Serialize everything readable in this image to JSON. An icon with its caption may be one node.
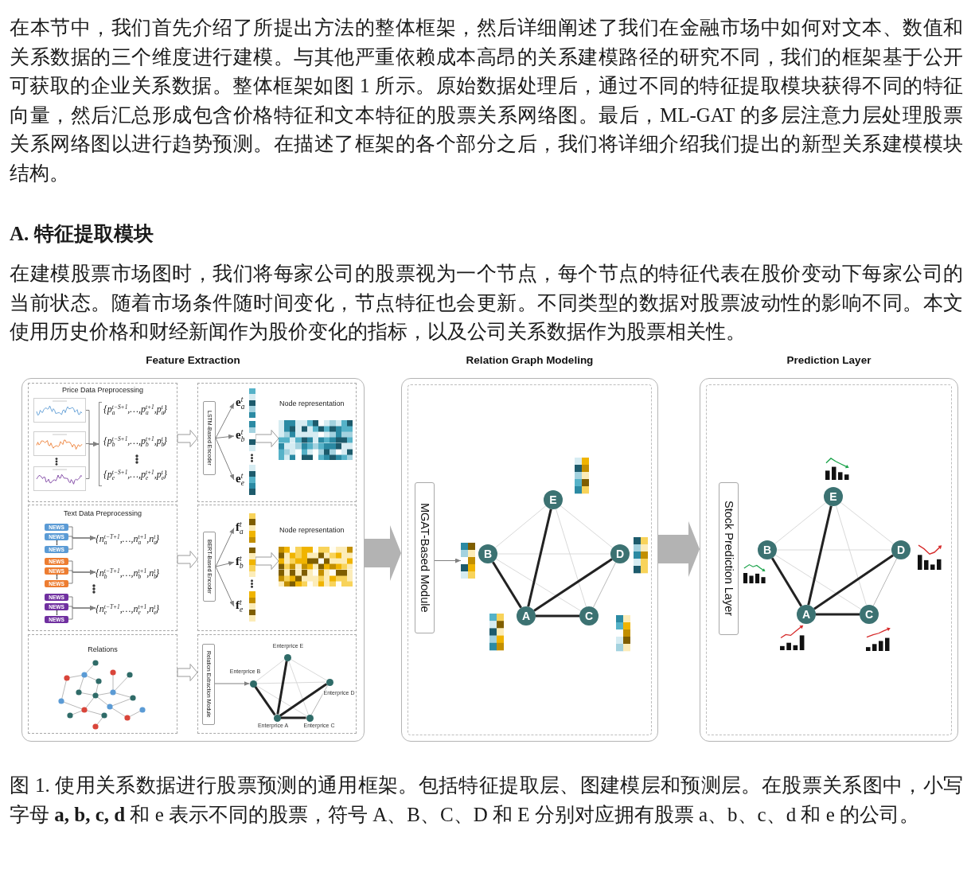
{
  "diagram": {
    "caption": "图 1. 使用关系数据进行股票预测的通用框架。包括特征提取层、图建模层和预测层。在股票关系图中，小写字母 **a, b, c, d** 和 e 表示不同的股票，符号 A、B、C、D 和 E 分别对应拥有股票 a、b、c、d 和 e 的公司。",
    "nodes": [
      {
        "text": [
          "Feature Extraction"
        ]
      },
      {
        "text": [
          "Price Data Preprocessing"
        ],
        "in": 0
      },
      {
        "text": [],
        "shape": "picture",
        "in": 1
      },
      {
        "text": [],
        "shape": "picture",
        "in": 1
      },
      {
        "text": [],
        "shape": "picture",
        "in": 1
      },
      {
        "text": [
          "{p$_{a}$$^{t−S+1}$,…,p$_{a}$$^{t+1}$,p$_{a}$$^{t}$}",
          "{p$_{b}$$^{t−S+1}$,…,p$_{b}$$^{t+1}$,p$_{b}$$^{t}$}",
          "{p$_{e}$$^{t−S+1}$,…,p$_{e}$$^{t+1}$,p$_{e}$$^{t}$}"
        ],
        "in": 1
      },
      {
        "text": [],
        "shape": "box",
        "in": 0
      },
      {
        "text": [
          "LSTM-Based Encoder"
        ],
        "in": 6
      },
      {
        "text": [
          "e$_{a}$$^{t}$"
        ],
        "in": 6
      },
      {
        "text": [
          "e$_{b}$$^{t}$"
        ],
        "in": 6
      },
      {
        "text": [
          "e$_{e}$$^{t}$"
        ],
        "in": 6
      },
      {
        "text": [
          "Node representation"
        ],
        "in": 6
      },
      {
        "text": [
          "Text Data Preprocessing"
        ],
        "in": 0
      },
      {
        "text": [
          "NEWS"
        ],
        "in": 12
      },
      {
        "text": [
          "NEWS"
        ],
        "in": 12
      },
      {
        "text": [
          "NEWS"
        ],
        "in": 12
      },
      {
        "text": [
          "NEWS"
        ],
        "in": 12
      },
      {
        "text": [
          "NEWS"
        ],
        "in": 12
      },
      {
        "text": [
          "NEWS"
        ],
        "in": 12
      },
      {
        "text": [
          "NEWS"
        ],
        "in": 12
      },
      {
        "text": [
          "NEWS"
        ],
        "in": 12
      },
      {
        "text": [
          "NEWS"
        ],
        "in": 12
      },
      {
        "text": [
          "{n$_{a}$$^{t−T+1}$,…,n$_{a}$$^{t+1}$,n$_{a}$$^{t}$}"
        ],
        "in": 12
      },
      {
        "text": [
          "{n$_{b}$$^{t−T+1}$,…,n$_{b}$$^{t+1}$,n$_{b}$$^{t}$}"
        ],
        "in": 12
      },
      {
        "text": [
          "{n$_{e}$$^{t−T+1}$,…,n$_{e}$$^{t+1}$,n$_{e}$$^{t}$}"
        ],
        "in": 12
      },
      {
        "text": [],
        "shape": "box",
        "in": 0
      },
      {
        "text": [
          "BERT-Based Encoder"
        ],
        "in": 25
      },
      {
        "text": [
          "f$_{a}$$^{t}$"
        ],
        "in": 25
      },
      {
        "text": [
          "f$_{b}$$^{t}$"
        ],
        "in": 25
      },
      {
        "text": [
          "f$_{e}$$^{t}$"
        ],
        "in": 25
      },
      {
        "text": [
          "Node representation"
        ],
        "in": 25
      },
      {
        "text": [
          "Relations"
        ],
        "in": 0
      },
      {
        "text": [],
        "shape": "box",
        "in": 0
      },
      {
        "text": [
          "Relation Extraction Module"
        ],
        "in": 32
      },
      {
        "text": [
          "Enterprice E"
        ],
        "in": 32
      },
      {
        "text": [
          "Enterprice B"
        ],
        "in": 32
      },
      {
        "text": [
          "Enterprice D"
        ],
        "in": 32
      },
      {
        "text": [
          "Enterprice A"
        ],
        "in": 32
      },
      {
        "text": [
          "Enterprice C"
        ],
        "in": 32
      },
      {
        "text": [
          "Relation Graph Modeling"
        ]
      },
      {
        "text": [
          "MGAT-Based Module"
        ],
        "in": 39
      },
      {
        "text": [],
        "shape": "grid",
        "in": 39
      },
      {
        "text": [
          "B"
        ],
        "in": 39
      },
      {
        "text": [
          "E"
        ],
        "in": 39
      },
      {
        "text": [
          "D"
        ],
        "in": 39
      },
      {
        "text": [
          "A"
        ],
        "in": 39
      },
      {
        "text": [
          "C"
        ],
        "in": 39
      },
      {
        "text": [
          "Prediction Layer"
        ]
      },
      {
        "text": [
          "Stock Prediction Layer"
        ],
        "in": 47
      },
      {
        "text": [
          "E"
        ],
        "in": 47
      },
      {
        "text": [
          "B"
        ],
        "in": 47
      },
      {
        "text": [
          "D"
        ],
        "in": 47
      },
      {
        "text": [
          "A"
        ],
        "in": 47
      },
      {
        "text": [
          "C"
        ],
        "in": 47
      }
    ],
    "edges": [
      {
        "from": 2,
        "to": 5,
        "arrow": "to"
      },
      {
        "from": 3,
        "to": 5,
        "arrow": "to"
      },
      {
        "from": 4,
        "to": 5,
        "arrow": "to"
      },
      {
        "from": 1,
        "to": 6,
        "arrow": "to",
        "style": "thick"
      },
      {
        "from": 7,
        "to": 8,
        "arrow": "to"
      },
      {
        "from": 7,
        "to": 9,
        "arrow": "to"
      },
      {
        "from": 7,
        "to": 10,
        "arrow": "to"
      },
      {
        "from": 9,
        "to": 11,
        "arrow": "to",
        "style": "thick"
      },
      {
        "from": 13,
        "to": 22,
        "arrow": "to"
      },
      {
        "from": 14,
        "to": 22,
        "arrow": "to"
      },
      {
        "from": 15,
        "to": 22,
        "arrow": "to"
      },
      {
        "from": 16,
        "to": 23,
        "arrow": "to"
      },
      {
        "from": 17,
        "to": 23,
        "arrow": "to"
      },
      {
        "from": 18,
        "to": 23,
        "arrow": "to"
      },
      {
        "from": 19,
        "to": 24,
        "arrow": "to"
      },
      {
        "from": 20,
        "to": 24,
        "arrow": "to"
      },
      {
        "from": 21,
        "to": 24,
        "arrow": "to"
      },
      {
        "from": 12,
        "to": 25,
        "arrow": "to",
        "style": "thick"
      },
      {
        "from": 26,
        "to": 27,
        "arrow": "to"
      },
      {
        "from": 26,
        "to": 28,
        "arrow": "to"
      },
      {
        "from": 26,
        "to": 29,
        "arrow": "to"
      },
      {
        "from": 28,
        "to": 30,
        "arrow": "to",
        "style": "thick"
      },
      {
        "from": 31,
        "to": 32,
        "arrow": "to",
        "style": "thick"
      },
      {
        "from": 33,
        "to": 35,
        "arrow": "to"
      },
      {
        "from": 34,
        "to": 35,
        "arrow": "none",
        "color": "#d9d9d9"
      },
      {
        "from": 34,
        "to": 36,
        "arrow": "none",
        "color": "#d9d9d9"
      },
      {
        "from": 35,
        "to": 36,
        "arrow": "none",
        "color": "#d9d9d9"
      },
      {
        "from": 34,
        "to": 38,
        "arrow": "none",
        "color": "#d9d9d9"
      },
      {
        "from": 35,
        "to": 38,
        "arrow": "none",
        "color": "#d9d9d9"
      },
      {
        "from": 36,
        "to": 38,
        "arrow": "none",
        "color": "#b8b8b8"
      },
      {
        "from": 34,
        "to": 37,
        "arrow": "none",
        "style": "thick",
        "color": "#222222"
      },
      {
        "from": 35,
        "to": 37,
        "arrow": "none",
        "style": "thick",
        "color": "#222222"
      },
      {
        "from": 37,
        "to": 36,
        "arrow": "none",
        "style": "thick",
        "color": "#222222"
      },
      {
        "from": 37,
        "to": 38,
        "arrow": "none",
        "style": "thick",
        "color": "#222222"
      },
      {
        "from": 0,
        "to": 39,
        "arrow": "to",
        "style": "thick",
        "color": "#b3b3b3"
      },
      {
        "from": 40,
        "to": 41,
        "arrow": "to"
      },
      {
        "from": 43,
        "to": 42,
        "arrow": "none",
        "color": "#d9d9d9"
      },
      {
        "from": 43,
        "to": 44,
        "arrow": "none",
        "color": "#d9d9d9"
      },
      {
        "from": 42,
        "to": 44,
        "arrow": "none",
        "color": "#d9d9d9"
      },
      {
        "from": 43,
        "to": 46,
        "arrow": "none",
        "color": "#d9d9d9"
      },
      {
        "from": 42,
        "to": 46,
        "arrow": "none",
        "color": "#d9d9d9"
      },
      {
        "from": 44,
        "to": 46,
        "arrow": "none",
        "color": "#b8b8b8"
      },
      {
        "from": 43,
        "to": 45,
        "arrow": "none",
        "style": "thick",
        "color": "#222222"
      },
      {
        "from": 42,
        "to": 45,
        "arrow": "none",
        "style": "thick",
        "color": "#222222"
      },
      {
        "from": 45,
        "to": 44,
        "arrow": "none",
        "style": "thick",
        "color": "#222222"
      },
      {
        "from": 45,
        "to": 46,
        "arrow": "none",
        "style": "thick",
        "color": "#222222"
      },
      {
        "from": 39,
        "to": 47,
        "arrow": "to",
        "style": "thick",
        "color": "#b3b3b3"
      },
      {
        "from": 49,
        "to": 50,
        "arrow": "none",
        "color": "#d9d9d9"
      },
      {
        "from": 49,
        "to": 51,
        "arrow": "none",
        "color": "#d9d9d9"
      },
      {
        "from": 50,
        "to": 51,
        "arrow": "none",
        "color": "#d9d9d9"
      },
      {
        "from": 49,
        "to": 53,
        "arrow": "none",
        "color": "#d9d9d9"
      },
      {
        "from": 50,
        "to": 53,
        "arrow": "none",
        "color": "#d9d9d9"
      },
      {
        "from": 51,
        "to": 53,
        "arrow": "none",
        "color": "#b8b8b8"
      },
      {
        "from": 49,
        "to": 52,
        "arrow": "none",
        "style": "thick",
        "color": "#222222"
      },
      {
        "from": 50,
        "to": 52,
        "arrow": "none",
        "style": "thick",
        "color": "#222222"
      },
      {
        "from": 52,
        "to": 51,
        "arrow": "none",
        "style": "thick",
        "color": "#222222"
      },
      {
        "from": 52,
        "to": 53,
        "arrow": "none",
        "style": "thick",
        "color": "#222222"
      }
    ],
    "labels": [
      "在本节中，我们首先介绍了所提出方法的整体框架，然后详细阐述了我们在金融市场中如何对文本、数值和关系数据的三个维度进行建模。与其他严重依赖成本高昂的关系建模路径的研究不同，我们的框架基于公开可获取的企业关系数据。整体框架如图 1 所示。原始数据处理后，通过不同的特征提取模块获得不同的特征向量，然后汇总形成包含价格特征和文本特征的股票关系网络图。最后，ML-GAT 的多层注意力层处理股票关系网络图以进行趋势预测。在描述了框架的各个部分之后，我们将详细介绍我们提出的新型关系建模模块结构。",
      "A. 特征提取模块",
      "在建模股票市场图时，我们将每家公司的股票视为一个节点，每个节点的特征代表在股价变动下每家公司的当前状态。随着市场条件随时间变化，节点特征也会更新。不同类型的数据对股票波动性的影响不同。本文使用历史价格和财经新闻作为股价变化的指标，以及公司关系数据作为股票相关性。"
    ]
  }
}
